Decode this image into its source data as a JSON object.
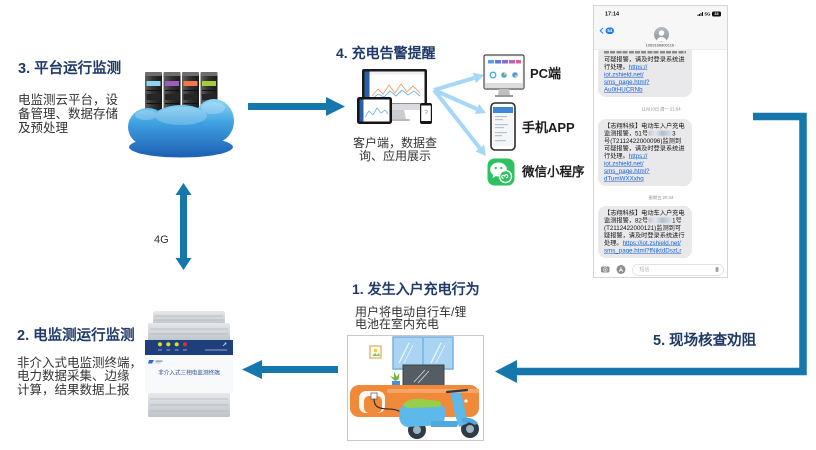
{
  "diagram": {
    "steps": {
      "step1": {
        "title": "1. 发生入户充电行为",
        "description": [
          "用户将电动自行车/锂",
          "电池在室内充电"
        ]
      },
      "step2": {
        "title": "2. 电监测运行监测",
        "description": [
          "非介入式电监测终端，",
          "电力数据采集、边缘",
          "计算，结果数据上报"
        ]
      },
      "step3": {
        "title": "3. 平台运行监测",
        "description": [
          "电监测云平台，设",
          "备管理、数据存储",
          "及预处理"
        ]
      },
      "step4": {
        "title": "4. 充电告警提醒",
        "description": [
          "客户端，数据查",
          "询、应用展示"
        ]
      },
      "step5": {
        "title": "5. 现场核查劝阻"
      }
    },
    "link_label": "4G",
    "channels": [
      {
        "icon": "pc-monitor-icon",
        "label": "PC端"
      },
      {
        "icon": "mobile-phone-icon",
        "label": "手机APP"
      },
      {
        "icon": "wechat-mini-program-icon",
        "label": "微信小程序"
      }
    ],
    "terminal_device": {
      "label": "非介入式三相电监测终端"
    },
    "colors": {
      "step_title": "#1F3A68",
      "flow_arrow": "#1677AD",
      "channel_arrow": "#A6D7F7",
      "wechat_green": "#2DC160",
      "sms_link": "#1A63D6"
    }
  },
  "sms": {
    "status_bar": {
      "time": "17:14",
      "network": "5G",
      "battery": "33"
    },
    "header": {
      "back_badge": "54",
      "sender": "1069166800116"
    },
    "messages": [
      {
        "lines": [
          {
            "text": "可疑报警，请及时登录系统进"
          },
          {
            "text": "行处理。",
            "link": "https://"
          },
          {
            "link": "iot.zshield.net/"
          },
          {
            "link": "sms_page.html?"
          },
          {
            "link": "Au0tHUCRNb"
          }
        ]
      },
      {
        "timestamp": "11月10日 周一 21:54",
        "lines": [
          {
            "text": "【志翔科技】电动车入户充电"
          },
          {
            "text": "监测报警，51号",
            "redacted": true,
            "after": "3"
          },
          {
            "text": "号(T2112422000096)监测到"
          },
          {
            "text": "可疑报警，请及时登录系统进"
          },
          {
            "text": "行处理。",
            "link": "https://"
          },
          {
            "link": "iot.zshield.net/"
          },
          {
            "link": "sms_page.html?"
          },
          {
            "link": "dTumWXXxhq"
          }
        ]
      },
      {
        "timestamp": "星期五 20:34",
        "lines": [
          {
            "text": "【志翔科技】电动车入户充电"
          },
          {
            "text": "监测报警，82号",
            "redacted": true,
            "after": "1号"
          },
          {
            "text": "(T2112422000121)监测到可"
          },
          {
            "text": "疑报警，请及时登录系统进行"
          },
          {
            "text": "处理。",
            "link": "https://iot.zshield.net/"
          },
          {
            "link": "sms_page.html?fNjktdDszLr"
          }
        ]
      }
    ],
    "input_placeholder": "短信"
  }
}
